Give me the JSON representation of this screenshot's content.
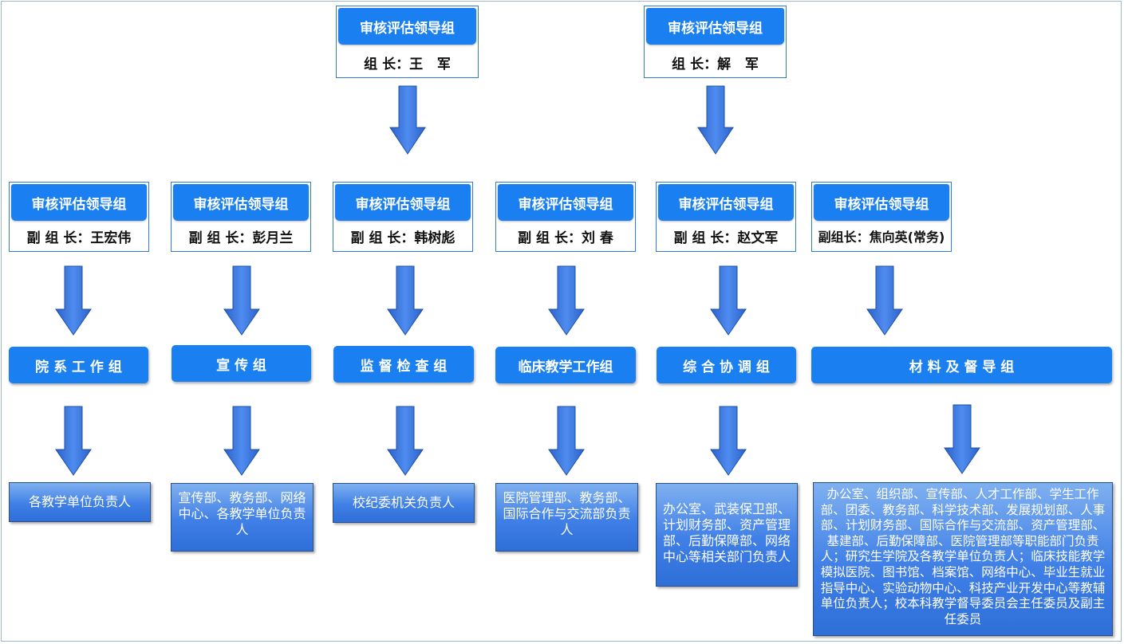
{
  "top_leaders": [
    {
      "title": "审核评估领导组",
      "name": "组 长：王   军"
    },
    {
      "title": "审核评估领导组",
      "name": "组 长：解   军"
    }
  ],
  "sub_leaders": [
    {
      "title": "审核评估领导组",
      "name": "副 组 长：王宏伟"
    },
    {
      "title": "审核评估领导组",
      "name": "副 组 长：彭月兰"
    },
    {
      "title": "审核评估领导组",
      "name": "副 组 长：韩树彪"
    },
    {
      "title": "审核评估领导组",
      "name": "副 组 长：刘 春"
    },
    {
      "title": "审核评估领导组",
      "name": "副 组 长：赵文军"
    },
    {
      "title": "审核评估领导组",
      "name": "副组长：焦向英(常务)"
    }
  ],
  "groups": [
    {
      "label": "院 系 工 作 组"
    },
    {
      "label": "宣 传 组"
    },
    {
      "label": "监 督 检 查 组"
    },
    {
      "label": "临床教学工作组"
    },
    {
      "label": "综 合 协 调 组"
    },
    {
      "label": "材 料 及 督 导 组"
    }
  ],
  "members": [
    {
      "text": "各教学单位负责人"
    },
    {
      "text": "宣传部、教务部、网络中心、各教学单位负责人"
    },
    {
      "text": "校纪委机关负责人"
    },
    {
      "text": "医院管理部、教务部、国际合作与交流部负责人"
    },
    {
      "text": "办公室、武装保卫部、计划财务部、资产管理部、后勤保障部、网络中心等相关部门负责人"
    },
    {
      "text": "办公室、组织部、宣传部、人才工作部、学生工作部、团委、教务部、科学技术部、发展规划部、人事部、计划财务部、国际合作与交流部、资产管理部、基建部、后勤保障部、医院管理部等职能部门负责人；研究生学院及各教学单位负责人；临床技能教学模拟医院、图书馆、档案馆、网络中心、毕业生就业指导中心、实验动物中心、科技产业开发中心等教辅单位负责人；校本科教学督导委员会主任委员及副主任委员"
    }
  ],
  "colors": {
    "accent": "#1a7ff0",
    "arrow": "#3d7be0",
    "border": "#2f7bd6"
  }
}
